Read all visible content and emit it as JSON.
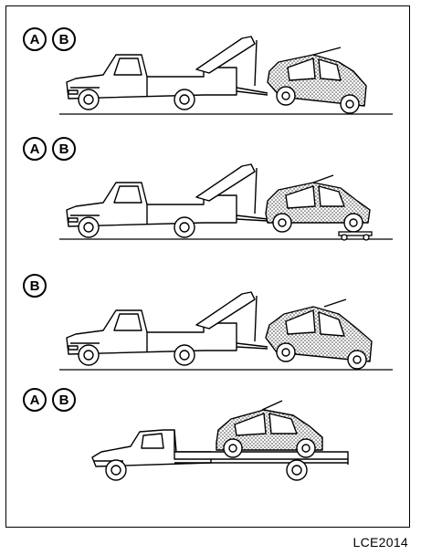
{
  "figure": {
    "code": "LCE2014"
  },
  "panels": [
    {
      "badges": [
        "A",
        "B"
      ]
    },
    {
      "badges": [
        "A",
        "B"
      ]
    },
    {
      "badges": [
        "B"
      ]
    },
    {
      "badges": [
        "A",
        "B"
      ]
    }
  ]
}
